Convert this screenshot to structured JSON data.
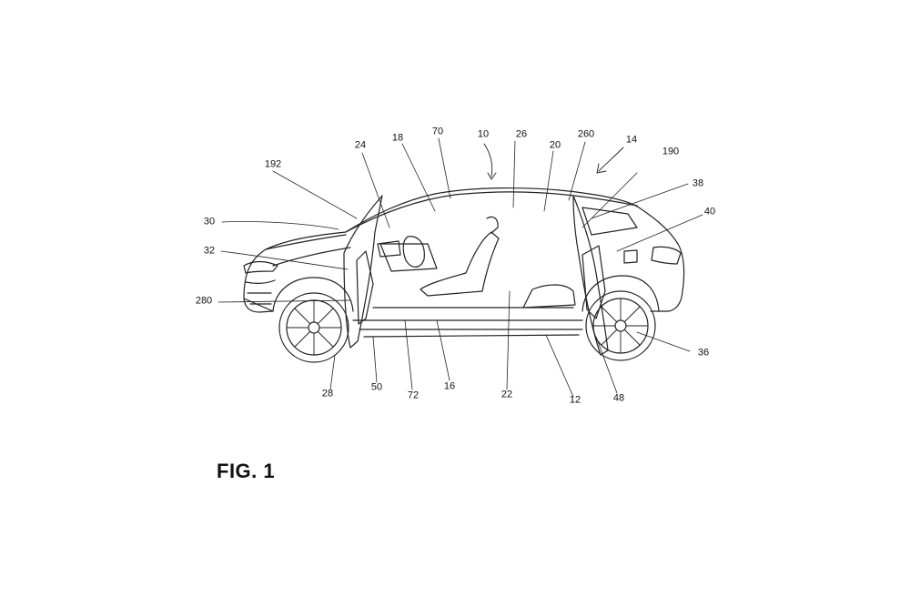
{
  "figure": {
    "caption": "FIG. 1",
    "reference_numerals": [
      "10",
      "12",
      "14",
      "16",
      "18",
      "20",
      "22",
      "24",
      "26",
      "28",
      "30",
      "32",
      "36",
      "38",
      "40",
      "48",
      "50",
      "70",
      "72",
      "190",
      "192",
      "260",
      "280"
    ]
  },
  "colors": {
    "line": "#222222",
    "background": "#ffffff"
  }
}
